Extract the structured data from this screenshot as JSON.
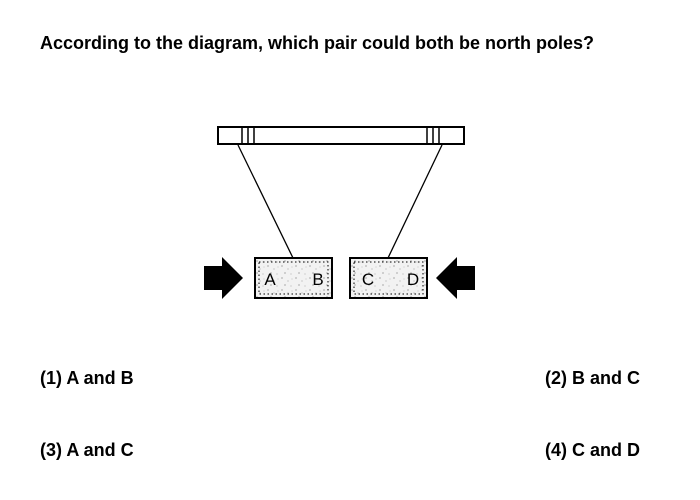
{
  "question": "According to the diagram, which pair could both be north poles?",
  "diagram": {
    "magnet_left_labels": [
      "A",
      "B"
    ],
    "magnet_right_labels": [
      "C",
      "D"
    ]
  },
  "choices": [
    "(1) A and B",
    "(2) B and C",
    "(3) A and C",
    "(4) C and D"
  ]
}
